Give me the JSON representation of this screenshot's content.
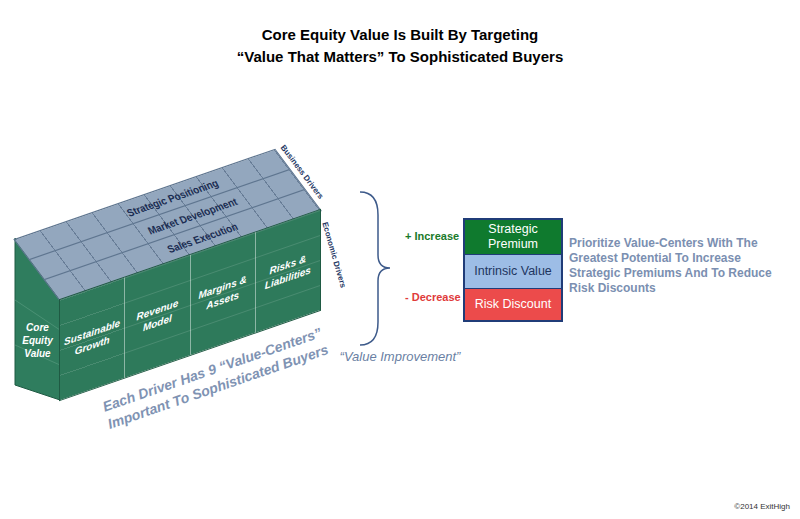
{
  "diagram": {
    "title": "Core Equity Value Is Built By Targeting “Value That Matters” To Sophisticated Buyers",
    "nodes": [
      {
        "text": [
          "Strategic Positioning"
        ]
      },
      {
        "text": [
          "Market Development"
        ]
      },
      {
        "text": [
          "Sales Execution"
        ]
      },
      {
        "text": [
          "Core Equity Value"
        ]
      },
      {
        "text": [
          "Sustainable Growth"
        ]
      },
      {
        "text": [
          "Revenue Model"
        ]
      },
      {
        "text": [
          "Margins & Assets"
        ]
      },
      {
        "text": [
          "Risks & Liabilities"
        ]
      },
      {
        "text": [
          "Strategic Premium"
        ]
      },
      {
        "text": [
          "Intrinsic Value"
        ]
      },
      {
        "text": [
          "Risk Discount"
        ]
      }
    ],
    "labels": [
      "Business Drivers",
      "Economic Drivers",
      "Each Driver Has 9 “Value-Centers” Important To Sophisticated Buyers",
      "+ Increase",
      "- Decrease",
      "Prioritize Value-Centers With The Greatest Potential To Increase Strategic Premiums And To Reduce Risk Discounts",
      "“Value Improvement”",
      "©2014 ExitHigh"
    ]
  }
}
